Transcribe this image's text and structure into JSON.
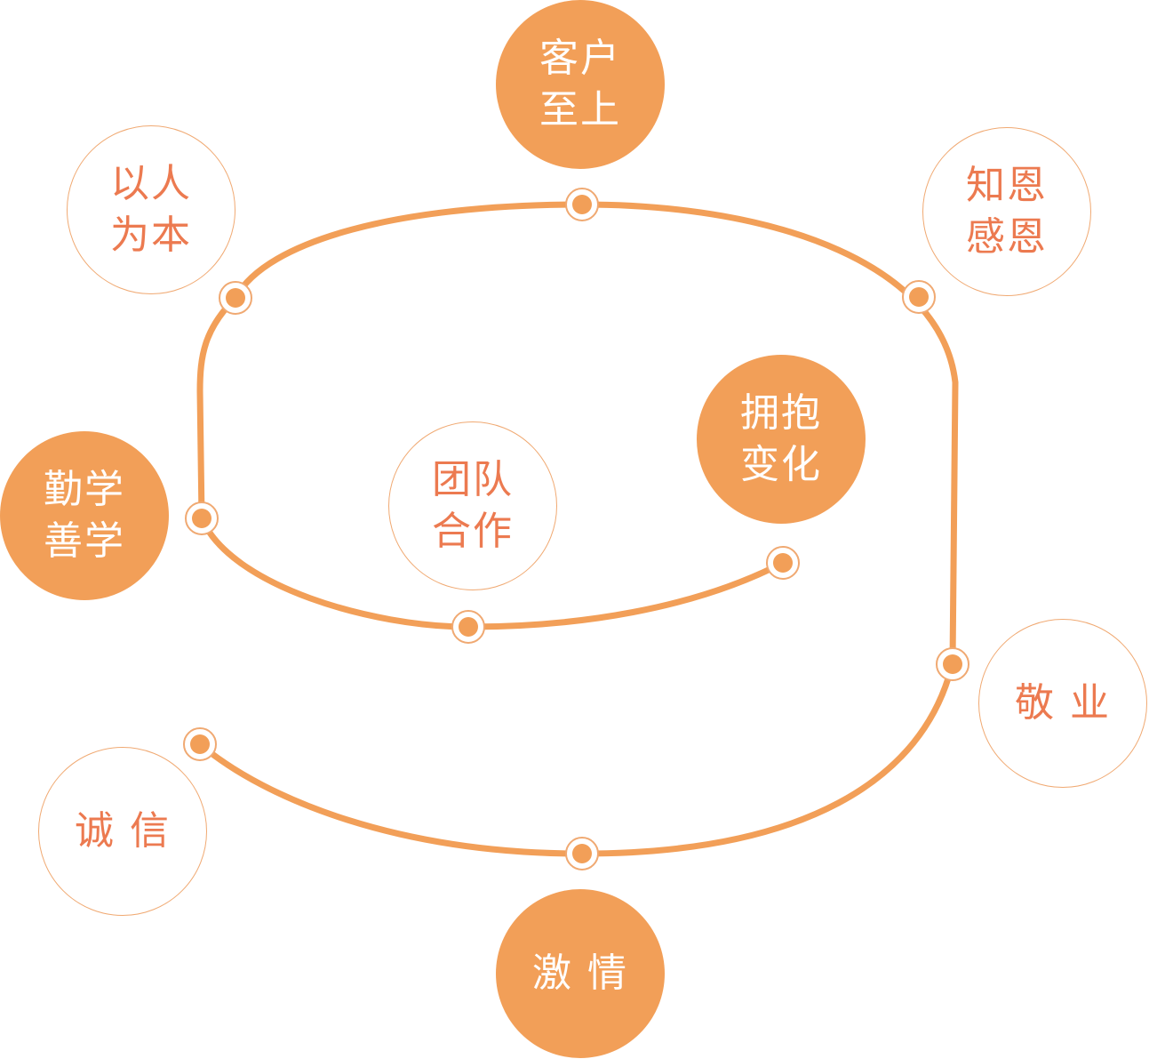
{
  "colors": {
    "accent": "#f29f58",
    "outline": "#f0a972",
    "outline_text": "#ec7a50",
    "fill_text": "#ffffff"
  },
  "values": [
    {
      "id": "customer-first",
      "label": "客户\n至上",
      "style": "filled"
    },
    {
      "id": "people-oriented",
      "label": "以人\n为本",
      "style": "outline"
    },
    {
      "id": "gratitude",
      "label": "知恩\n感恩",
      "style": "outline"
    },
    {
      "id": "diligent-learning",
      "label": "勤学\n善学",
      "style": "filled"
    },
    {
      "id": "embrace-change",
      "label": "拥抱\n变化",
      "style": "filled"
    },
    {
      "id": "teamwork",
      "label": "团队\n合作",
      "style": "outline"
    },
    {
      "id": "dedication",
      "label": "敬 业",
      "style": "outline"
    },
    {
      "id": "integrity",
      "label": "诚 信",
      "style": "outline"
    },
    {
      "id": "passion",
      "label": "激 情",
      "style": "filled"
    }
  ]
}
